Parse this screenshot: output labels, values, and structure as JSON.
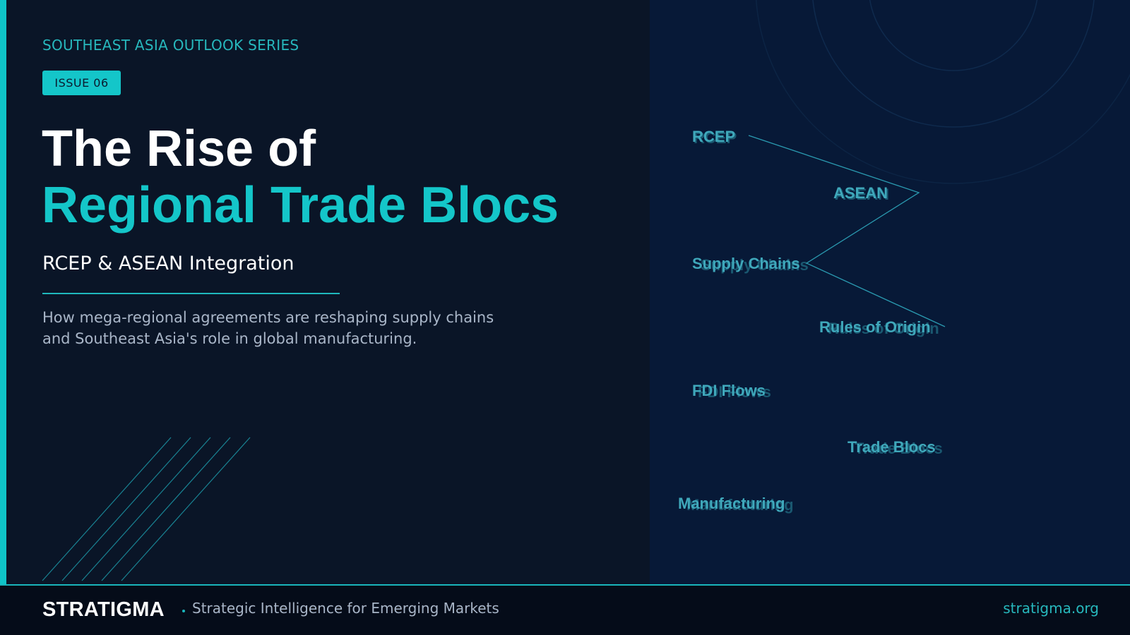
{
  "header": {
    "series": "SOUTHEAST ASIA OUTLOOK SERIES",
    "issue_badge": "ISSUE 06"
  },
  "title": {
    "line1": "The Rise of",
    "line2": "Regional Trade Blocs"
  },
  "subtitle": "RCEP & ASEAN Integration",
  "description": {
    "line1": "How mega-regional agreements are reshaping supply chains",
    "line2": "and Southeast Asia's role in global manufacturing."
  },
  "keywords": [
    "RCEP",
    "ASEAN",
    "Supply Chains",
    "Rules of Origin",
    "FDI Flows",
    "Trade Blocs",
    "Manufacturing"
  ],
  "footer": {
    "brand": "STRATIGMA",
    "tagline": "Strategic Intelligence for Emerging Markets",
    "url": "stratigma.org"
  },
  "colors": {
    "accent": "#14c6c9",
    "background": "#0a1527",
    "panel": "#071937",
    "footer": "#050c19"
  }
}
